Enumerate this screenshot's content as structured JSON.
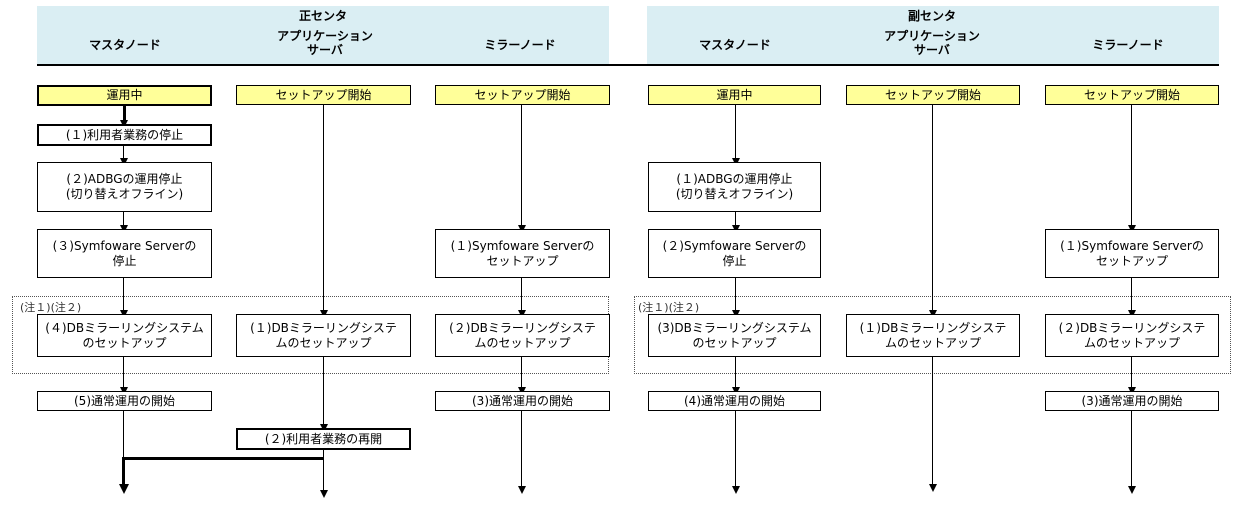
{
  "header": {
    "primary_center": "正センタ",
    "secondary_center": "副センタ",
    "master_node": "マスタノード",
    "app_server": "アプリケーション\nサーバ",
    "mirror_node": "ミラーノード"
  },
  "notes": {
    "left": "(注１)(注２)",
    "right": "(注１)(注２)"
  },
  "boxes": {
    "p_master_status": "運用中",
    "p_master_1": "(１)利用者業務の停止",
    "p_master_2": "(２)ADBGの運用停止\n(切り替えオフライン)",
    "p_master_3": "(３)Symfoware Serverの\n停止",
    "p_master_4": "(４)DBミラーリングシステム\nのセットアップ",
    "p_master_5": "(5)通常運用の開始",
    "p_app_status": "セットアップ開始",
    "p_app_1": "(１)DBミラーリングシステ\nムのセットアップ",
    "p_app_2": "(２)利用者業務の再開",
    "p_mirror_status": "セットアップ開始",
    "p_mirror_1": "(１)Symfoware Serverの\nセットアップ",
    "p_mirror_2": "(２)DBミラーリングシステ\nムのセットアップ",
    "p_mirror_3": "(3)通常運用の開始",
    "s_master_status": "運用中",
    "s_master_1": "(１)ADBGの運用停止\n(切り替えオフライン)",
    "s_master_2": "(２)Symfoware Serverの\n停止",
    "s_master_3": "(3)DBミラーリングシステム\nのセットアップ",
    "s_master_4": "(4)通常運用の開始",
    "s_app_status": "セットアップ開始",
    "s_app_1": "(１)DBミラーリングシステ\nムのセットアップ",
    "s_mirror_status": "セットアップ開始",
    "s_mirror_1": "(１)Symfoware Serverの\nセットアップ",
    "s_mirror_2": "(２)DBミラーリングシステ\nムのセットアップ",
    "s_mirror_3": "(3)通常運用の開始"
  }
}
